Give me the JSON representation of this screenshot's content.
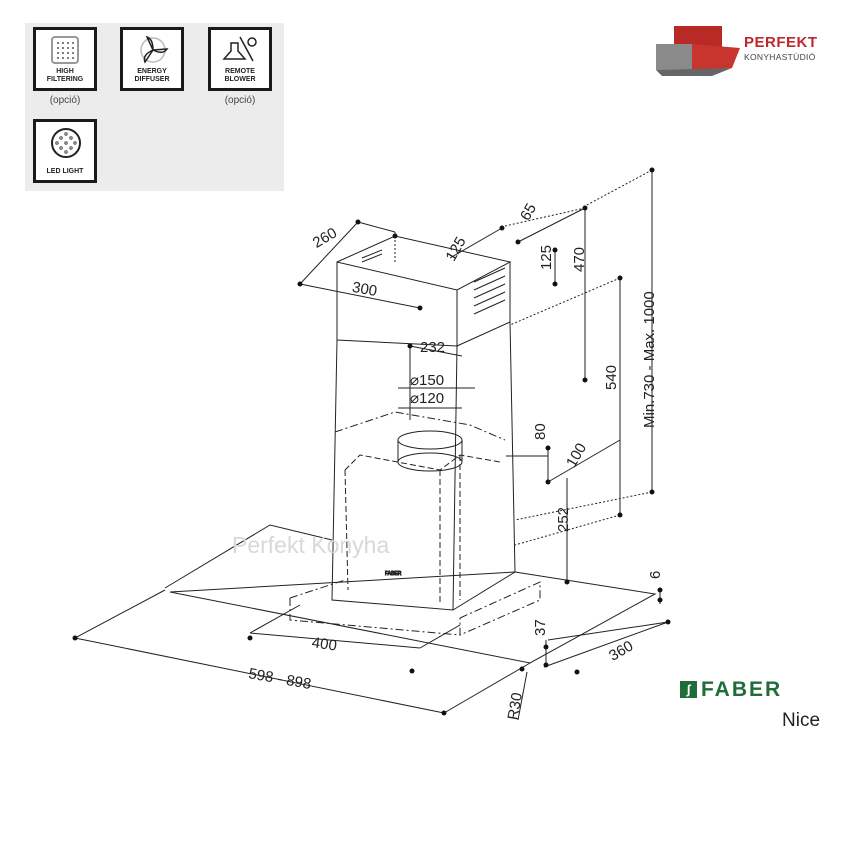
{
  "features": [
    {
      "label_1": "HIGH",
      "label_2": "FILTERING",
      "note": "(opció)",
      "icon": "filter-grid-icon"
    },
    {
      "label_1": "ENERGY",
      "label_2": "DIFFUSER",
      "icon": "fan-icon"
    },
    {
      "label_1": "REMOTE",
      "label_2": "BLOWER",
      "note": "(opció)",
      "icon": "remote-blower-icon"
    },
    {
      "label_1": "LED LIGHT",
      "icon": "led-light-icon"
    }
  ],
  "brand_logo": {
    "name": "PERFEKT",
    "subtitle": "KONYHASTÚDIÓ"
  },
  "watermark": "Perfekt Konyha",
  "product": {
    "brand": "FABER",
    "model": "Nice"
  },
  "dimensions": {
    "d260": "260",
    "d300": "300",
    "d125a": "125",
    "d65": "65",
    "d125b": "125",
    "d470": "470",
    "d232": "232",
    "d150": "⌀150",
    "d120": "⌀120",
    "d540": "540",
    "dminmax": "Min.730 - Max. 1000",
    "d80": "80",
    "d100": "100",
    "d252": "252",
    "d6": "6",
    "d37": "37",
    "d360": "360",
    "d400": "400",
    "d598": "598 - 898",
    "r30": "R30"
  }
}
